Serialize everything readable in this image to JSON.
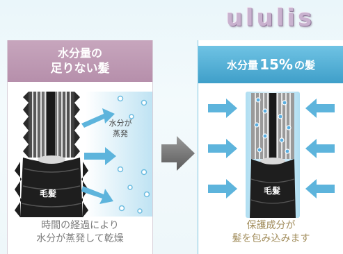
{
  "logo": {
    "text": "ululis"
  },
  "left_panel": {
    "title_line1": "水分量の",
    "title_line2": "足りない髪",
    "moisture_label_line1": "水分が",
    "moisture_label_line2": "蒸発",
    "hair_label": "毛髪",
    "caption_line1": "時間の経過により",
    "caption_line2": "水分が蒸発して乾燥"
  },
  "right_panel": {
    "title_prefix": "水分量",
    "title_number": "15%",
    "title_suffix": "の髪",
    "hair_label": "毛髪",
    "caption_line1": "保護成分が",
    "caption_line2": "髪を包み込みます"
  },
  "colors": {
    "left_header": "#b68fab",
    "right_header": "#3f9fc9",
    "arrow_blue": "#5db4dc",
    "hair_dark": "#1e1e1e",
    "left_caption": "#7b7b7b",
    "right_caption": "#a28d5c"
  },
  "icons": [
    "moisture-arrow-icon",
    "transition-arrow-icon",
    "protect-arrow-icon",
    "water-droplet-icon"
  ]
}
